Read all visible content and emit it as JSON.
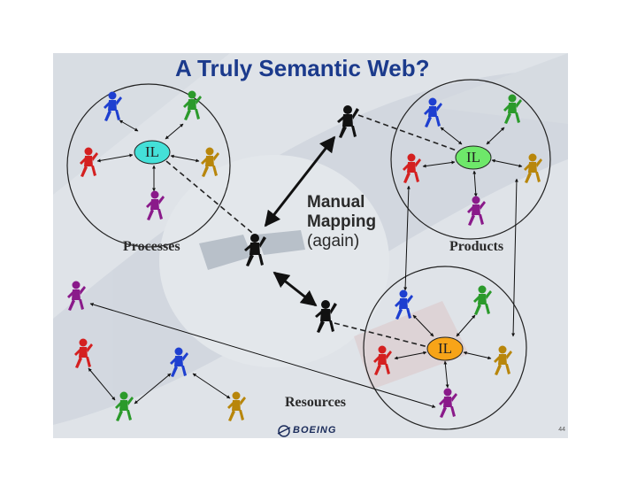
{
  "title": "A Truly Semantic Web?",
  "labels": {
    "processes": "Processes",
    "products": "Products",
    "resources": "Resources"
  },
  "manual_mapping": {
    "line1": "Manual",
    "line2": "Mapping",
    "line3": "(again)"
  },
  "nodes": {
    "il_processes": "IL",
    "il_products": "IL",
    "il_resources": "IL"
  },
  "colors": {
    "il_processes": "#44e0d8",
    "il_products": "#6ee86a",
    "il_resources": "#f7a418",
    "title": "#1b3a8c"
  },
  "logo": {
    "wordmark": "BOEING"
  },
  "page_number": "44"
}
